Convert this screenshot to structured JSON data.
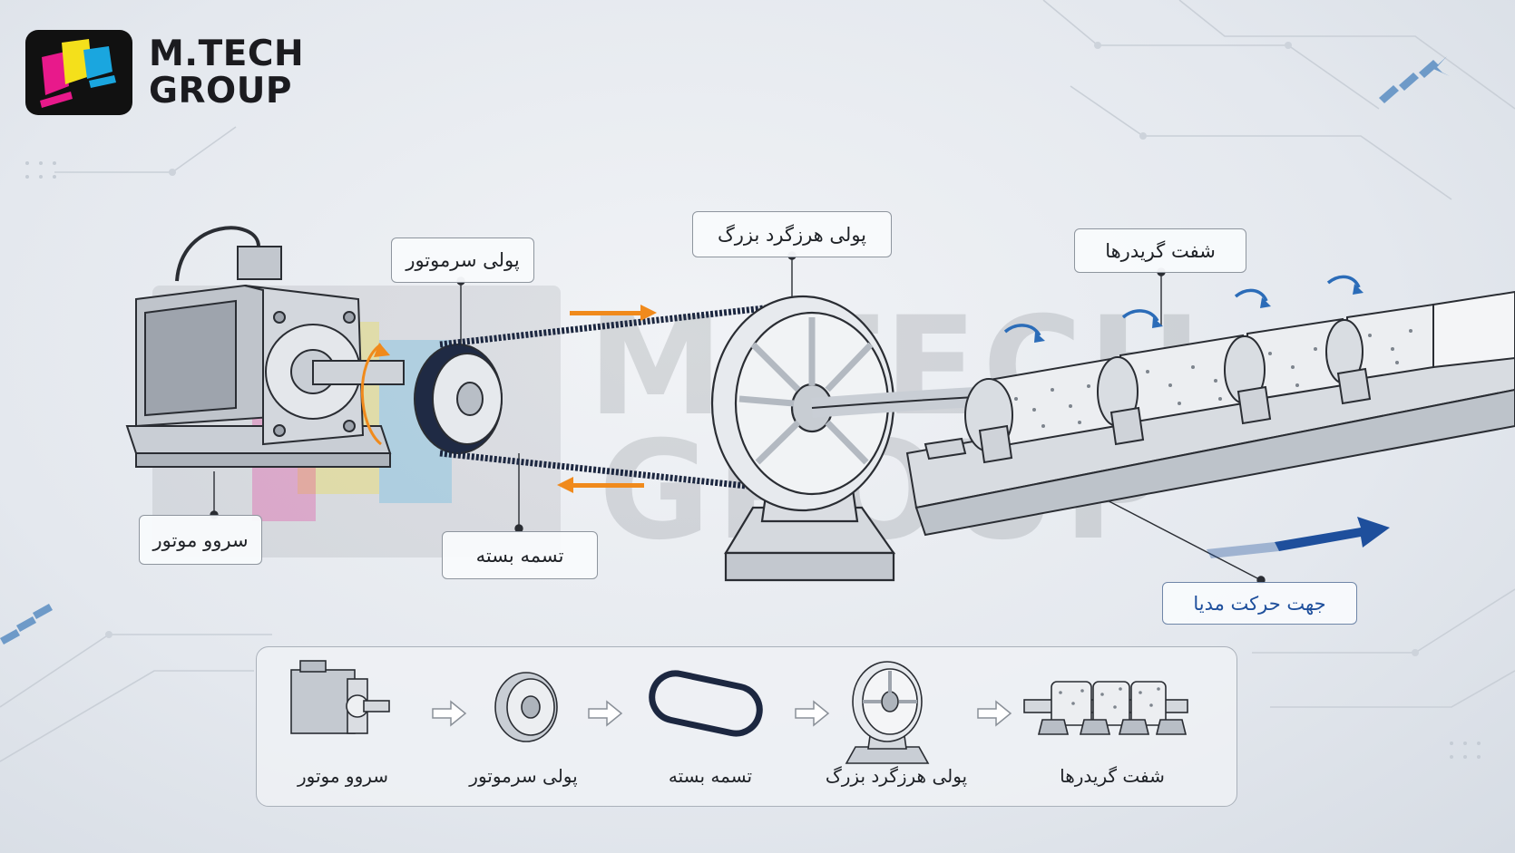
{
  "brand": {
    "line1": "M.TECH",
    "line2": "GROUP",
    "logo_icon": "mtech-logo-icon",
    "colors": {
      "magenta": "#e8198b",
      "yellow": "#f4e01b",
      "cyan": "#1aa6df",
      "dark": "#111111"
    }
  },
  "watermark": {
    "line1": "M.TECH",
    "line2": "GROUP"
  },
  "callouts": {
    "servo_pulley": "پولی سرموتور",
    "big_pulley": "پولی هرزگرد بزرگ",
    "grid_shaft": "شفت گریدرها",
    "servo_motor": "سروو موتور",
    "closed_belt": "تسمه بسته",
    "media_direction": "جهت حرکت مدیا"
  },
  "steps": [
    {
      "label": "سروو موتور",
      "icon": "servo-motor-icon"
    },
    {
      "label": "پولی سرموتور",
      "icon": "pulley-icon"
    },
    {
      "label": "تسمه بسته",
      "icon": "belt-icon"
    },
    {
      "label": "پولی هرزگرد بزرگ",
      "icon": "idler-pulley-icon"
    },
    {
      "label": "شفت گریدرها",
      "icon": "grit-shaft-icon"
    }
  ],
  "accent_colors": {
    "belt_arrow": "#f08a1c",
    "direction_arrow": "#1e4f9c",
    "rotation_arrow": "#2b6cb8"
  }
}
